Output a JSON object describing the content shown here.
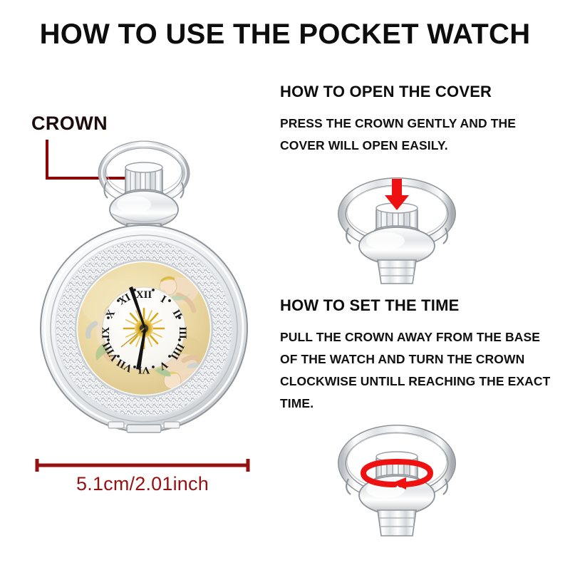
{
  "page": {
    "title": "HOW TO USE THE POCKET WATCH",
    "background_color": "#ffffff"
  },
  "callout": {
    "crown_label": "CROWN",
    "leader_color": "#8B0000"
  },
  "sections": [
    {
      "id": "open-cover",
      "heading": "HOW TO OPEN THE COVER",
      "body": "PRESS THE CROWN GENTLY AND THE COVER WILL OPEN EASILY.",
      "body_lines": [
        "PRESS THE CROWN GENTLY AND THE",
        "COVER WILL OPEN EASILY."
      ],
      "diagram": "crown-press-down-arrow"
    },
    {
      "id": "set-time",
      "heading": "HOW TO SET THE TIME",
      "body": "PULL THE CROWN AWAY FROM THE BASE OF THE WATCH AND TURN THE CROWN CLOCKWISE UNTILL REACHING THE EXACT TIME.",
      "body_lines": [
        "PULL THE CROWN AWAY FROM THE",
        "BASE OF THE WATCH AND TURN THE",
        "CROWN CLOCKWISE UNTILL REACHING",
        "THE EXACT TIME."
      ],
      "diagram": "crown-rotate-arrow"
    }
  ],
  "dimension": {
    "label": "5.1cm/2.01inch",
    "value_cm": "5.1cm",
    "value_inch": "2.01inch",
    "color": "#961111"
  },
  "colors": {
    "arrow_red": "#EE1111",
    "dim_red": "#961111",
    "leader_red": "#8B0000",
    "dial_cream": "#EFDDA8",
    "dial_white": "#FAFAF7",
    "case_silver": "#E9EBED",
    "numeral_black": "#161616",
    "sunburst_gold": "#D8A81C",
    "text_black": "#0d0d0d"
  },
  "watch": {
    "dial_style": "cream enamel with cherub putti painting",
    "numerals": [
      "XII",
      "I",
      "II",
      "III",
      "IIII",
      "V",
      "VI",
      "VII",
      "VIII",
      "IX",
      "X",
      "XI"
    ],
    "center_motif": "golden sunburst",
    "bezel": "engraved silver filigree ring",
    "cherub_count": 3,
    "parts": [
      "bow-ring",
      "crown",
      "pendant",
      "stem",
      "case",
      "bezel",
      "dial",
      "hinge"
    ]
  }
}
